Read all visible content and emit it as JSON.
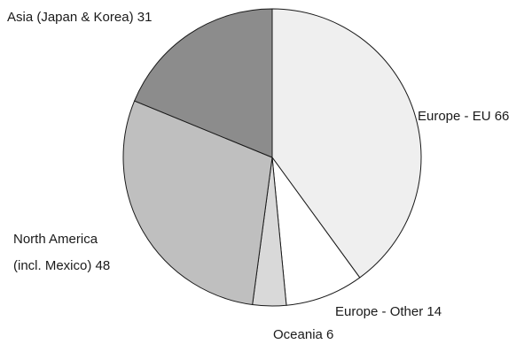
{
  "chart_data": {
    "type": "pie",
    "title": "",
    "start_angle_deg": 0,
    "direction": "clockwise",
    "slices": [
      {
        "label": "Europe - EU 66",
        "label_lines": [
          "Europe - EU 66"
        ],
        "category": "Europe - EU",
        "value": 66,
        "color": "#efefef"
      },
      {
        "label": "Europe - Other 14",
        "label_lines": [
          "Europe - Other 14"
        ],
        "category": "Europe - Other",
        "value": 14,
        "color": "#ffffff"
      },
      {
        "label": "Oceania 6",
        "label_lines": [
          "Oceania 6"
        ],
        "category": "Oceania",
        "value": 6,
        "color": "#d9d9d9"
      },
      {
        "label": "North America (incl. Mexico) 48",
        "label_lines": [
          "North America",
          "(incl. Mexico) 48"
        ],
        "category": "North America (incl. Mexico)",
        "value": 48,
        "color": "#bfbfbf"
      },
      {
        "label": "Asia (Japan & Korea) 31",
        "label_lines": [
          "Asia (Japan & Korea) 31"
        ],
        "category": "Asia (Japan & Korea)",
        "value": 31,
        "color": "#8c8c8c"
      }
    ]
  }
}
